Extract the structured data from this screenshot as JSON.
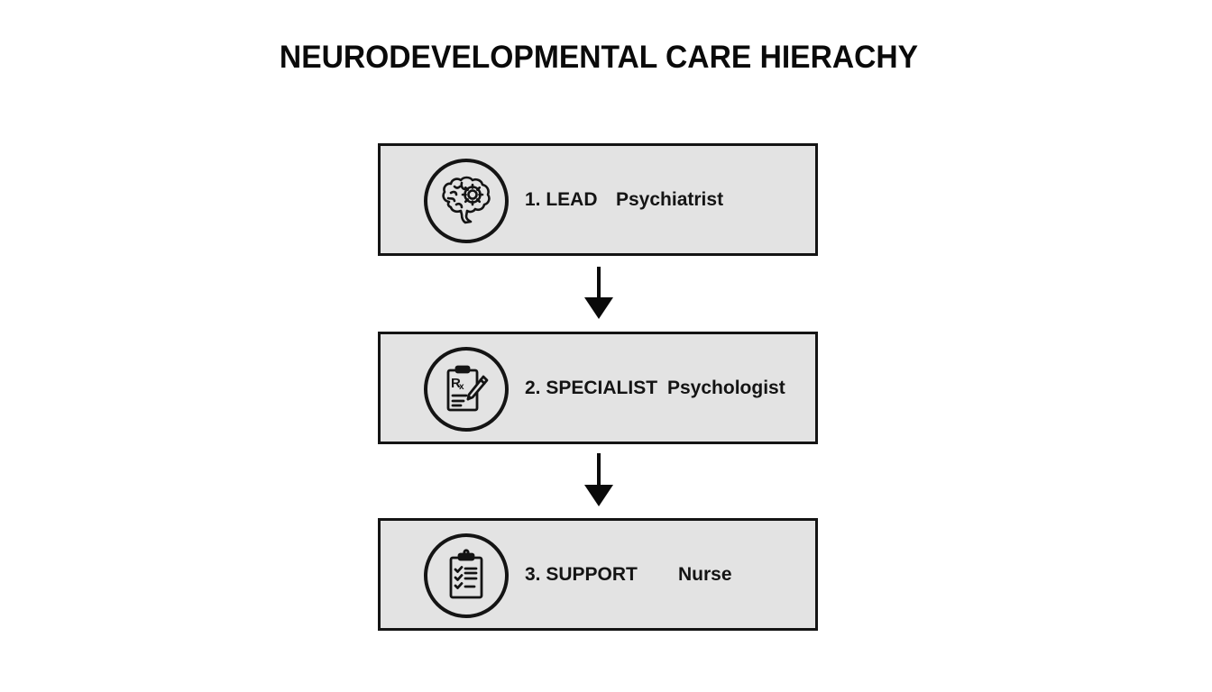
{
  "title": "NEURODEVELOPMENTAL CARE HIERACHY",
  "colors": {
    "background": "#ffffff",
    "box_fill": "#e3e3e3",
    "stroke": "#141414",
    "text": "#141414"
  },
  "levels": [
    {
      "rank": "1. LEAD",
      "role": "Psychiatrist",
      "icon": "brain-gear-icon"
    },
    {
      "rank": "2. SPECIALIST",
      "role": "Psychologist",
      "icon": "prescription-clipboard-pen-icon"
    },
    {
      "rank": "3. SUPPORT",
      "role": "Nurse",
      "icon": "checklist-clipboard-icon"
    }
  ],
  "connectors": [
    {
      "from": 1,
      "to": 2,
      "icon": "arrow-down-icon"
    },
    {
      "from": 2,
      "to": 3,
      "icon": "arrow-down-icon"
    }
  ]
}
